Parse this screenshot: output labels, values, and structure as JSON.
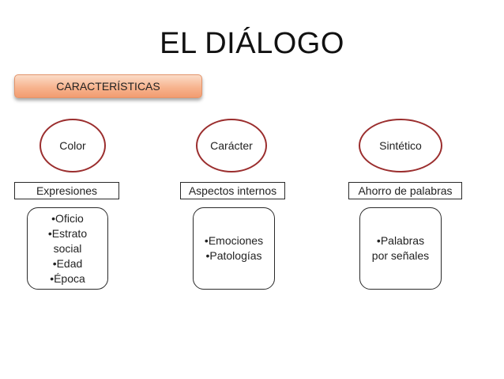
{
  "title": "EL DIÁLOGO",
  "banner": "CARACTERÍSTICAS",
  "columns": [
    {
      "ellipse": "Color",
      "rect": "Expresiones",
      "items": [
        "•Oficio",
        "•Estrato",
        "social",
        "•Edad",
        "•Época"
      ]
    },
    {
      "ellipse": "Carácter",
      "rect": "Aspectos internos",
      "items": [
        "•Emociones",
        "•Patologías"
      ]
    },
    {
      "ellipse": "Sintético",
      "rect": "Ahorro de palabras",
      "items": [
        "•Palabras",
        "por señales"
      ]
    }
  ]
}
